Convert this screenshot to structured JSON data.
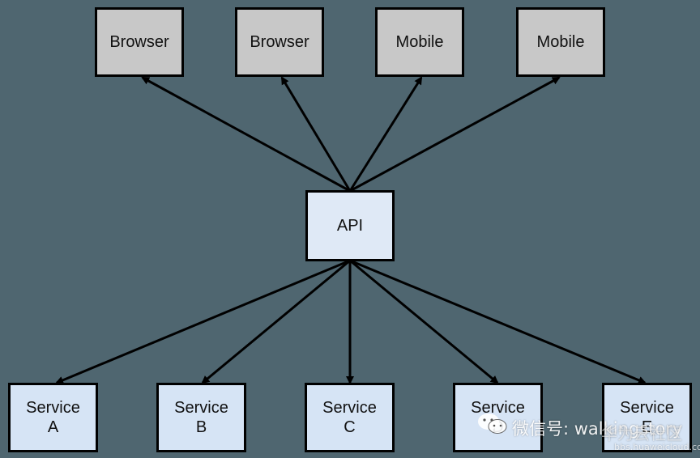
{
  "clients": [
    {
      "label": "Browser"
    },
    {
      "label": "Browser"
    },
    {
      "label": "Mobile"
    },
    {
      "label": "Mobile"
    }
  ],
  "api": {
    "label": "API"
  },
  "services": [
    {
      "line1": "Service",
      "line2": "A"
    },
    {
      "line1": "Service",
      "line2": "B"
    },
    {
      "line1": "Service",
      "line2": "C"
    },
    {
      "line1": "Service",
      "line2": "D"
    },
    {
      "line1": "Service",
      "line2": "E"
    }
  ],
  "watermark": {
    "icon": "wechat-icon",
    "text": "微信号: walkingstory",
    "community": "华为云社区",
    "url": "bbs.huaweicloud.com"
  },
  "colors": {
    "background": "#4f6670",
    "client_fill": "#c8c8c8",
    "api_fill": "#dfe9f6",
    "service_fill": "#d6e4f5",
    "border": "#000000"
  }
}
